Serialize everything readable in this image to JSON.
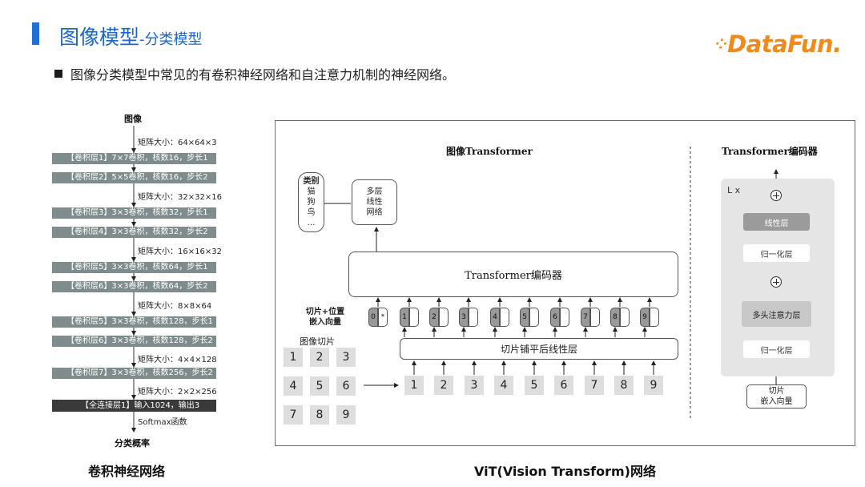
{
  "header": {
    "title": "图像模型",
    "subtitle": "-分类模型",
    "logo_text": "DataFun.",
    "bullet": "图像分类模型中常见的有卷积神经网络和自注意力机制的神经网络。"
  },
  "cnn": {
    "top_label": "图像",
    "sizes": [
      "矩阵大小：64×64×3",
      "矩阵大小：32×32×16",
      "矩阵大小：16×16×32",
      "矩阵大小：8×8×64",
      "矩阵大小：4×4×128",
      "矩阵大小：2×2×256"
    ],
    "layers": [
      "【卷积层1】7×7卷积，核数16，步长1",
      "【卷积层2】5×5卷积，核数16，步长2",
      "【卷积层3】3×3卷积，核数32，步长1",
      "【卷积层4】3×3卷积，核数32，步长2",
      "【卷积层5】3×3卷积，核数64，步长1",
      "【卷积层6】3×3卷积，核数64，步长2",
      "【卷积层5】3×3卷积，核数128，步长1",
      "【卷积层6】3×3卷积，核数128，步长2",
      "【卷积层7】3×3卷积，核数256，步长2"
    ],
    "fc_layer": "【全连接层1】输入1024，输出3",
    "softmax": "Softmax函数",
    "output": "分类概率",
    "caption": "卷积神经网络"
  },
  "vit": {
    "title": "图像Transformer",
    "class_box": [
      "类别",
      "猫",
      "狗",
      "鸟",
      "…"
    ],
    "mlp_box": [
      "多层",
      "线性",
      "网络"
    ],
    "encoder": "Transformer编码器",
    "embed_label": [
      "切片+位置",
      "嵌入向量"
    ],
    "pos_tokens": [
      "0",
      "1",
      "2",
      "3",
      "4",
      "5",
      "6",
      "7",
      "8",
      "9"
    ],
    "cls_mark": "*",
    "patch_label": "图像切片",
    "grid": [
      "1",
      "2",
      "3",
      "4",
      "5",
      "6",
      "7",
      "8",
      "9"
    ],
    "flatten": "切片铺平后线性层",
    "seq": [
      "1",
      "2",
      "3",
      "4",
      "5",
      "6",
      "7",
      "8",
      "9"
    ],
    "caption": "ViT(Vision Transform)网络"
  },
  "encoder_detail": {
    "title": "Transformer编码器",
    "repeat": "L x",
    "linear": "线性层",
    "norm1": "归一化层",
    "attn": "多头注意力层",
    "norm2": "归一化层",
    "input": [
      "切片",
      "嵌入向量"
    ]
  }
}
